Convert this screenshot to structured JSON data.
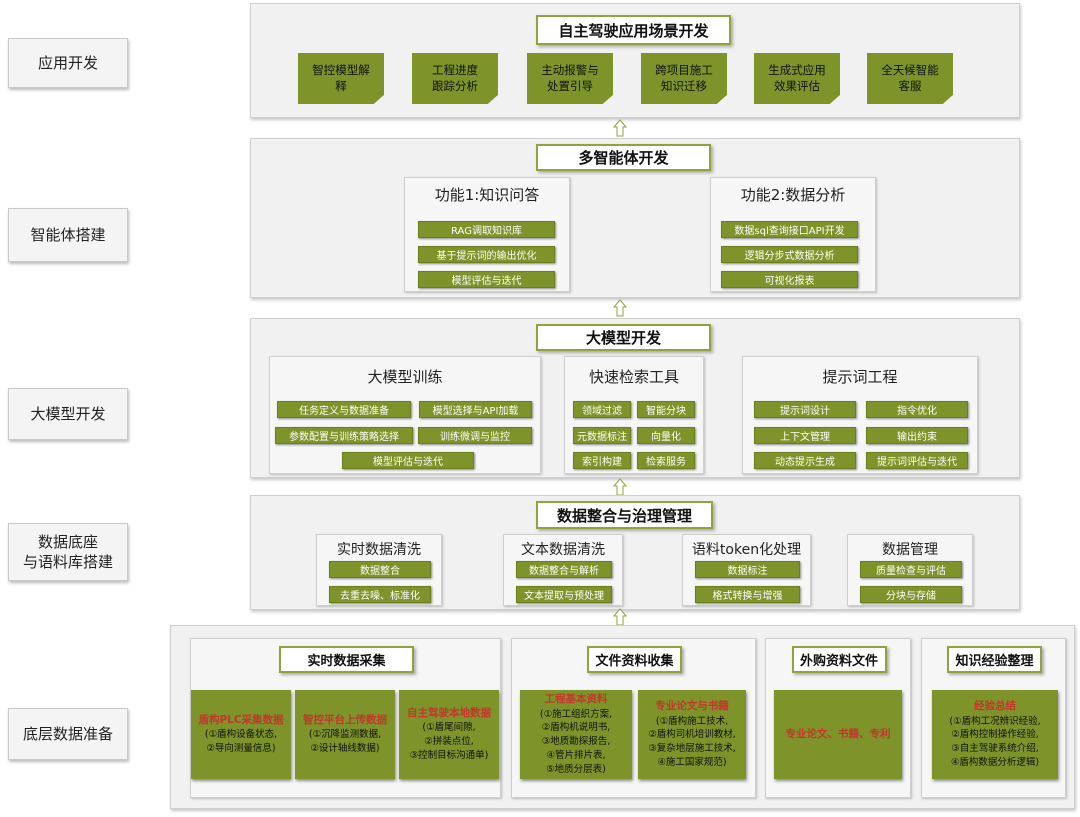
{
  "left_labels": [
    "应用开发",
    "智能体搭建",
    "大模型开发",
    "数据底座\n与语料库搭建",
    "底层数据准备"
  ],
  "app": {
    "title": "自主驾驶应用场景开发",
    "cards": [
      "智控模型解\n释",
      "工程进度\n跟踪分析",
      "主动报警与\n处置引导",
      "跨项目施工\n知识迁移",
      "生成式应用\n效果评估",
      "全天候智能\n客服"
    ]
  },
  "agent": {
    "title": "多智能体开发",
    "f1": {
      "title": "功能1:知识问答",
      "items": [
        "RAG调取知识库",
        "基于提示词的输出优化",
        "模型评估与迭代"
      ]
    },
    "f2": {
      "title": "功能2:数据分析",
      "items": [
        "数据sql查询接口API开发",
        "逻辑分步式数据分析",
        "可视化报表"
      ]
    }
  },
  "llm": {
    "title": "大模型开发",
    "train": {
      "title": "大模型训练",
      "items": [
        "任务定义与数据准备",
        "模型选择与API加载",
        "参数配置与训练策略选择",
        "训练微调与监控",
        "模型评估与迭代"
      ]
    },
    "search": {
      "title": "快速检索工具",
      "items": [
        "领域过滤",
        "智能分块",
        "元数据标注",
        "向量化",
        "索引构建",
        "检索服务"
      ]
    },
    "prompt": {
      "title": "提示词工程",
      "items": [
        "提示词设计",
        "指令优化",
        "上下文管理",
        "输出约束",
        "动态提示生成",
        "提示词评估与迭代"
      ]
    }
  },
  "data": {
    "title": "数据整合与治理管理",
    "groups": [
      {
        "title": "实时数据清洗",
        "items": [
          "数据整合",
          "去重去噪、标准化"
        ]
      },
      {
        "title": "文本数据清洗",
        "items": [
          "数据整合与解析",
          "文本提取与预处理"
        ]
      },
      {
        "title": "语料token化处理",
        "items": [
          "数据标注",
          "格式转换与增强"
        ]
      },
      {
        "title": "数据管理",
        "items": [
          "质量检查与评估",
          "分块与存储"
        ]
      }
    ]
  },
  "base": {
    "groups": [
      {
        "title": "实时数据采集",
        "blocks": [
          {
            "head": "盾构PLC采集数据",
            "lines": [
              "(①盾构设备状态,",
              "②导向测量信息)"
            ]
          },
          {
            "head": "智控平台上传数据",
            "lines": [
              "(①沉降监测数据,",
              "②设计轴线数据)"
            ]
          },
          {
            "head": "自主驾驶本地数据",
            "lines": [
              "(①盾尾间隙,",
              "②拼装点位,",
              "③控制目标沟通单)"
            ]
          }
        ]
      },
      {
        "title": "文件资料收集",
        "blocks": [
          {
            "head": "工程基本资料",
            "lines": [
              "(①施工组织方案,",
              "②盾构机说明书,",
              "③地质勘探报告,",
              "④管片排片表,",
              "⑤地质分层表)"
            ]
          },
          {
            "head": "专业论文与书籍",
            "lines": [
              "(①盾构施工技术,",
              "②盾构司机培训教材,",
              "③复杂地层施工技术,",
              "④施工国家规范)"
            ]
          }
        ]
      },
      {
        "title": "外购资料文件",
        "blocks": [
          {
            "head": "专业论文、书籍、专利",
            "lines": []
          }
        ]
      },
      {
        "title": "知识经验整理",
        "blocks": [
          {
            "head": "经验总结",
            "lines": [
              "(①盾构工况辨识经验,",
              "②盾构控制操作经验,",
              "③自主驾驶系统介绍,",
              "④盾构数据分析逻辑)"
            ]
          }
        ]
      }
    ]
  },
  "colors": {
    "olive": "#7e9329",
    "red": "#c0392b",
    "title_border": "#8fa33e"
  }
}
